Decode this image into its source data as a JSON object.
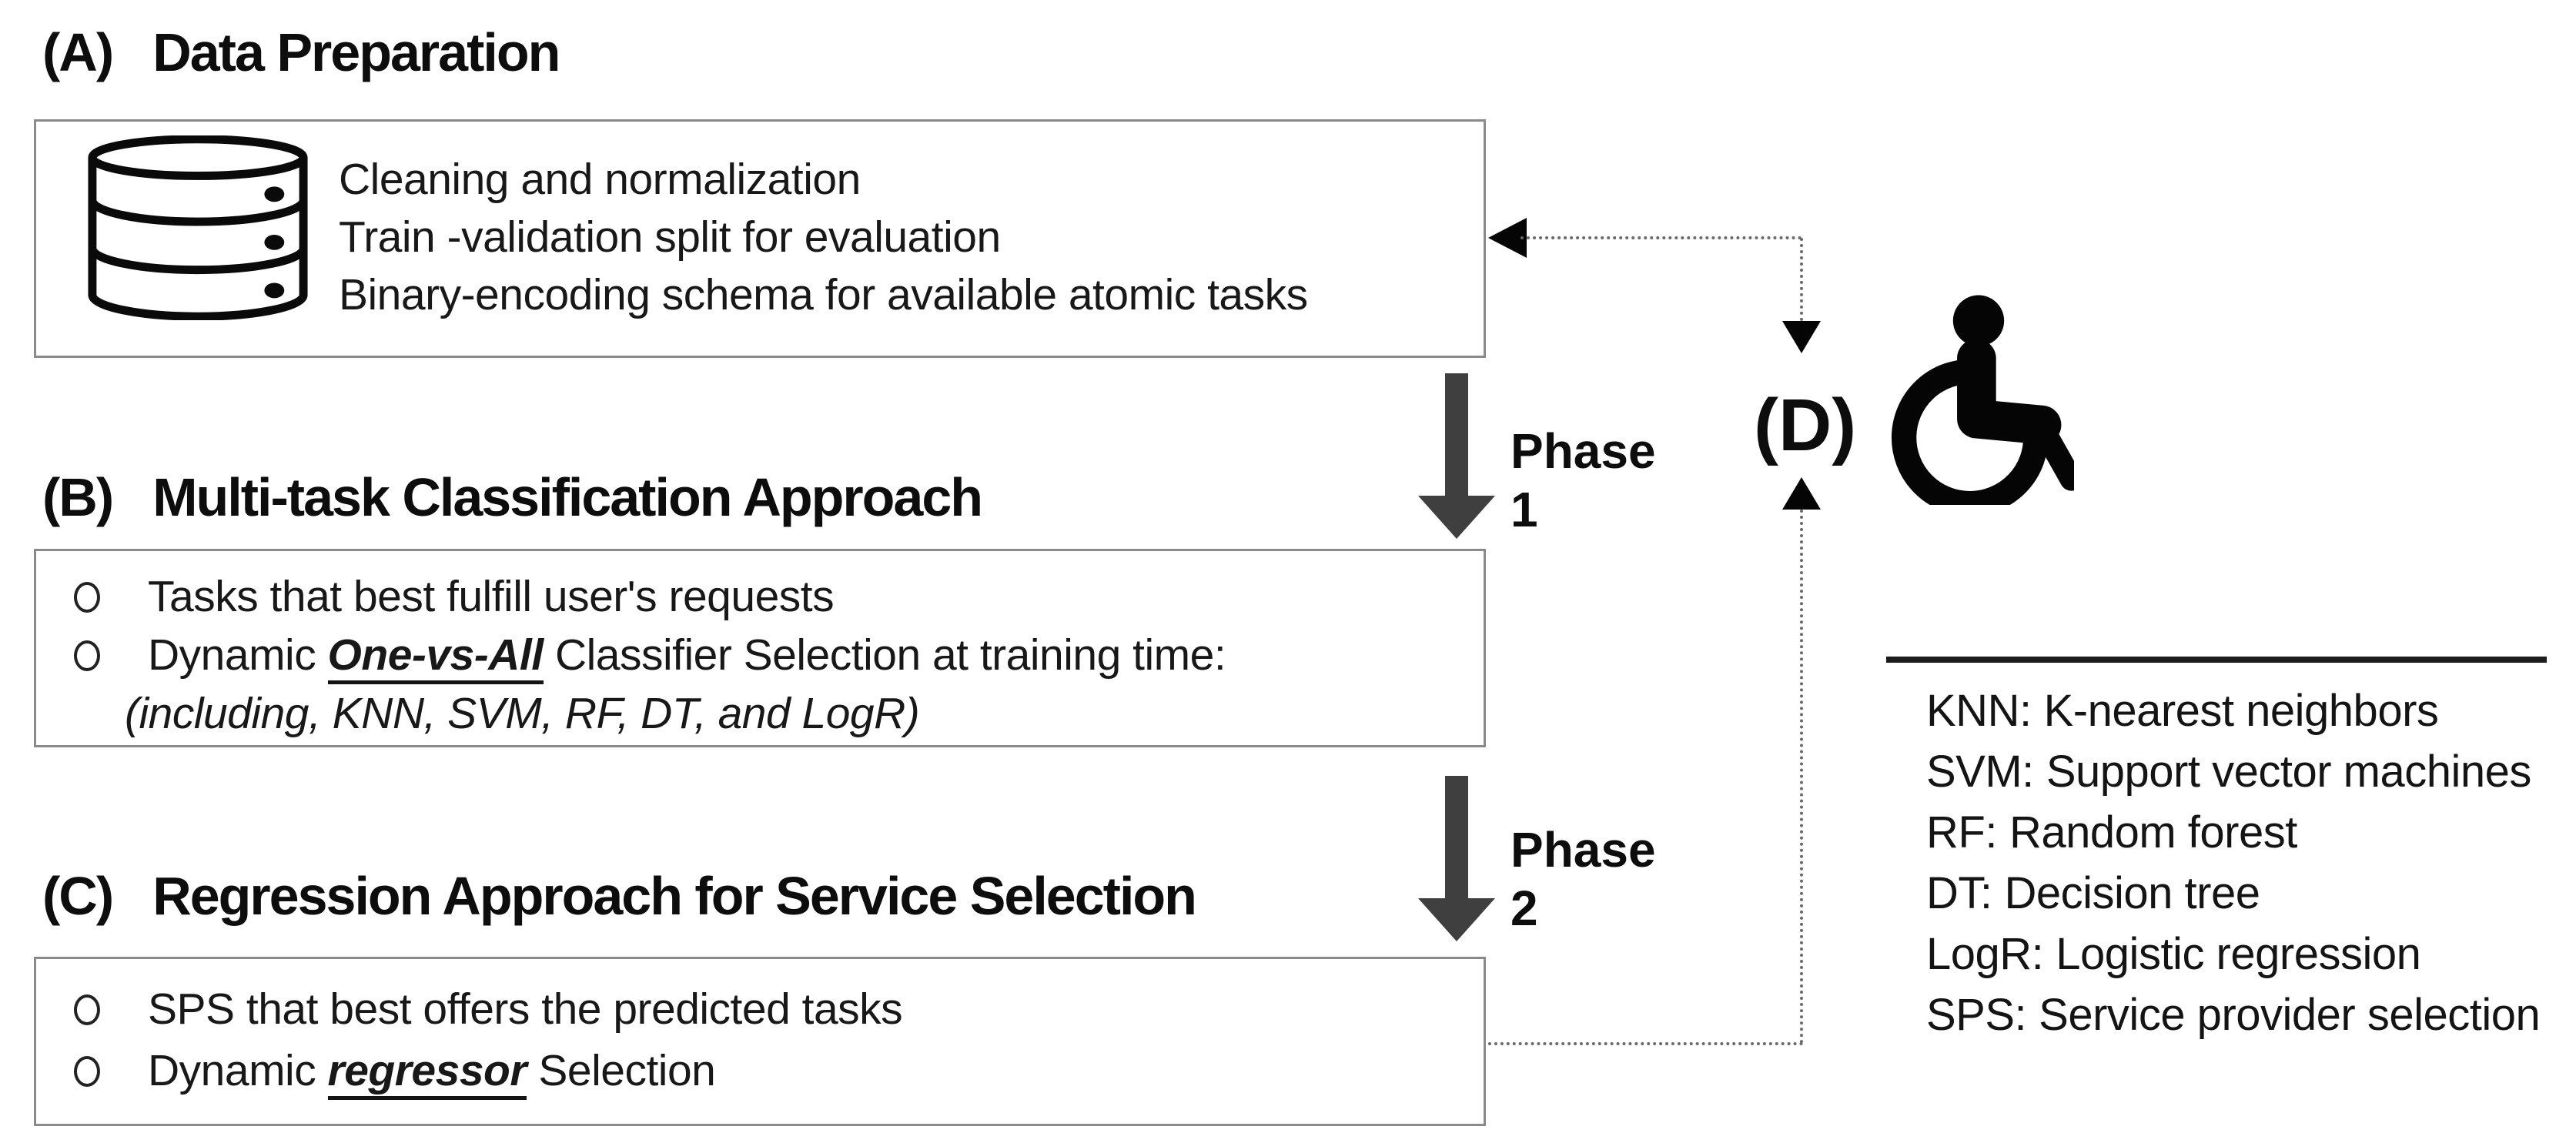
{
  "sections": {
    "a": {
      "label": "(A)",
      "title": "Data Preparation",
      "items": [
        "Cleaning and normalization",
        "Train -validation split for evaluation",
        "Binary-encoding schema for available atomic tasks"
      ]
    },
    "b": {
      "label": "(B)",
      "title": "Multi-task Classification Approach",
      "item1": "Tasks that best fulfill user's requests",
      "item2_prefix": "Dynamic ",
      "item2_highlight": "One-vs-All",
      "item2_suffix": " Classifier Selection at training time:",
      "item3": "(including, KNN, SVM, RF, DT, and LogR)"
    },
    "c": {
      "label": "(C)",
      "title": "Regression Approach for Service Selection",
      "item1": "SPS that best offers the predicted tasks",
      "item2_prefix": "Dynamic ",
      "item2_highlight": "regressor",
      "item2_suffix": " Selection"
    },
    "d": {
      "label": "(D)"
    }
  },
  "phase1": {
    "word": "Phase",
    "number": "1"
  },
  "phase2": {
    "word": "Phase",
    "number": "2"
  },
  "legend": {
    "entries": [
      {
        "abbr": "KNN:",
        "desc": "K-nearest neighbors"
      },
      {
        "abbr": "SVM:",
        "desc": "Support vector machines"
      },
      {
        "abbr": "RF:",
        "desc": "Random forest"
      },
      {
        "abbr": "DT:",
        "desc": "Decision tree"
      },
      {
        "abbr": "LogR:",
        "desc": "Logistic regression"
      },
      {
        "abbr": "SPS:",
        "desc": "Service provider selection"
      }
    ]
  },
  "icons": {
    "database": "database-cylinder-icon",
    "wheelchair": "wheelchair-accessibility-icon"
  },
  "colors": {
    "phase_arrow": "#3f3f3f",
    "box_border": "#8a8a8a",
    "dotted_line": "#6a6a6a",
    "text": "#141414"
  }
}
